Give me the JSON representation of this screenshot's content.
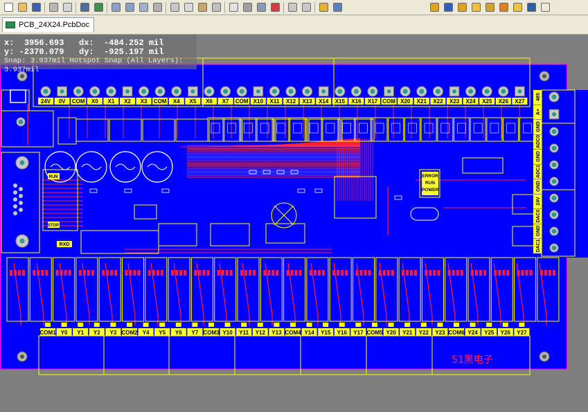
{
  "document": {
    "tab_label": "PCB_24X24.PcbDoc"
  },
  "status_overlay": {
    "x_label": "x:",
    "x_value": "3956.693",
    "dx_label": "dx:",
    "dx_value": "-484.252 mil",
    "y_label": "y:",
    "y_value": "-2370.079",
    "dy_label": "dy:",
    "dy_value": "-925.197 mil",
    "snap_text": "Snap: 3.937mil Hotspot Snap (All Layers): 3.937mil"
  },
  "toolbar": {
    "buttons": [
      {
        "icon": "new-icon",
        "color": "#ffffff"
      },
      {
        "icon": "open-folder-icon",
        "color": "#e8c15a"
      },
      {
        "icon": "save-icon",
        "color": "#3a5fb0"
      },
      {
        "sep": true
      },
      {
        "icon": "print-icon",
        "color": "#b8b8b8"
      },
      {
        "icon": "print-preview-icon",
        "color": "#d6d6d6"
      },
      {
        "sep": true
      },
      {
        "icon": "layers-icon",
        "color": "#4a6fa0"
      },
      {
        "icon": "pcb-3d-icon",
        "color": "#3f8f4f"
      },
      {
        "sep": true
      },
      {
        "icon": "zoom-fit-icon",
        "color": "#8aa0c8"
      },
      {
        "icon": "zoom-area-icon",
        "color": "#8aa0c8"
      },
      {
        "icon": "zoom-selected-icon",
        "color": "#9fb2d2"
      },
      {
        "icon": "zoom-filter-icon",
        "color": "#b0b0b0"
      },
      {
        "sep": true
      },
      {
        "icon": "cut-icon",
        "color": "#c8c8c8"
      },
      {
        "icon": "copy-icon",
        "color": "#d8d8d8"
      },
      {
        "icon": "paste-icon",
        "color": "#c9a66b"
      },
      {
        "icon": "rubber-stamp-icon",
        "color": "#c0c0c0"
      },
      {
        "sep": true
      },
      {
        "icon": "select-area-icon",
        "color": "#e0e0e0"
      },
      {
        "icon": "move-icon",
        "color": "#a0a0a0"
      },
      {
        "icon": "deselect-icon",
        "color": "#8a9bb5"
      },
      {
        "icon": "clear-filter-icon",
        "color": "#d04040"
      },
      {
        "sep": true
      },
      {
        "icon": "undo-icon",
        "color": "#c8c8c8"
      },
      {
        "icon": "redo-icon",
        "color": "#c8c8c8"
      },
      {
        "sep": true
      },
      {
        "icon": "crossprobe-icon",
        "color": "#e8b030"
      },
      {
        "icon": "browse-component-icon",
        "color": "#5a80c0"
      },
      {
        "spacer": true
      },
      {
        "icon": "interactive-route-icon",
        "color": "#e0a020"
      },
      {
        "icon": "diff-pair-route-icon",
        "color": "#3060c0"
      },
      {
        "icon": "multi-route-icon",
        "color": "#e0a020"
      },
      {
        "icon": "place-via-icon",
        "color": "#f0c040"
      },
      {
        "icon": "place-pad-icon",
        "color": "#d0a030"
      },
      {
        "icon": "place-arc-icon",
        "color": "#e08020"
      },
      {
        "icon": "place-fill-icon",
        "color": "#f0c040"
      },
      {
        "icon": "place-string-icon",
        "color": "#3060a0"
      },
      {
        "icon": "more-icon",
        "color": "#ece9d8"
      }
    ]
  },
  "board": {
    "board_bg": "#0000ff",
    "trace_color": "#ff1e3c",
    "silk_color": "#ffff00",
    "outline_color": "#ff00ff",
    "top_terminal_labels": [
      "24V",
      "0V",
      "COM",
      "X0",
      "X1",
      "X2",
      "X3",
      "COM",
      "X4",
      "X5",
      "X6",
      "X7",
      "COM",
      "X10",
      "X11",
      "X12",
      "X13",
      "X14",
      "X15",
      "X16",
      "X17",
      "COM",
      "X20",
      "X21",
      "X22",
      "X23",
      "X24",
      "X25",
      "X26",
      "X27"
    ],
    "bottom_terminal_labels": [
      "COM1",
      "Y0",
      "Y1",
      "Y2",
      "Y3",
      "COM2",
      "Y4",
      "Y5",
      "Y6",
      "Y7",
      "COM3",
      "Y10",
      "Y11",
      "Y12",
      "Y13",
      "COM4",
      "Y14",
      "Y15",
      "Y16",
      "Y17",
      "COM5",
      "Y20",
      "Y21",
      "Y22",
      "Y23",
      "COM6",
      "Y24",
      "Y25",
      "Y26",
      "Y27"
    ],
    "right_terminal_labels": [
      "485",
      "A+",
      "GND",
      "ADC0",
      "GND",
      "ADC1",
      "GND",
      "24V",
      "DAC0",
      "GND",
      "DAC1"
    ],
    "led_labels": [
      "ERROR",
      "RUN",
      "POWER"
    ],
    "switch_labels": [
      "RUN",
      "STOP"
    ],
    "rxd_label": "RXD",
    "watermark": "51黑电子"
  }
}
